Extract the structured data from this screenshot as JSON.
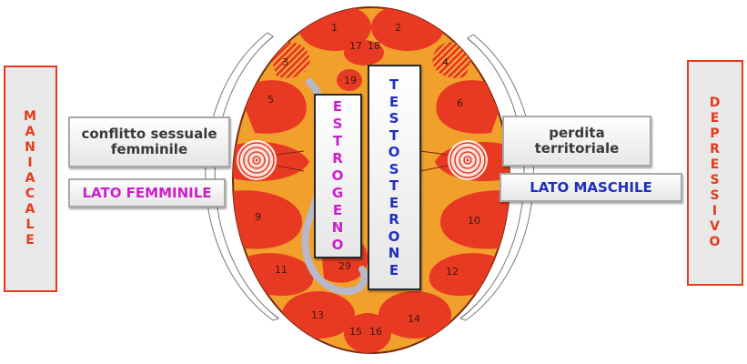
{
  "left_state": "MANIACALE",
  "right_state": "DEPRESSIVO",
  "left_conflict": [
    "conflitto sessuale",
    "femminile"
  ],
  "right_conflict": [
    "perdita",
    "territoriale"
  ],
  "left_side_label": "LATO FEMMINILE",
  "right_side_label": "LATO MASCHILE",
  "hormone_left": "ESTROGENO",
  "hormone_right": "TESTOSTERONE",
  "relay_numbers": [
    "1",
    "2",
    "3",
    "4",
    "5",
    "6",
    "9",
    "10",
    "11",
    "12",
    "13",
    "14",
    "15",
    "16",
    "17",
    "18",
    "19",
    "29"
  ],
  "colors": {
    "state_text": "#e63a1a",
    "state_border": "#e63a1a",
    "female": "#cc1fcc",
    "male": "#1f2fbf",
    "relay_red": "#e83a22",
    "relay_orange": "#f1a02c"
  }
}
